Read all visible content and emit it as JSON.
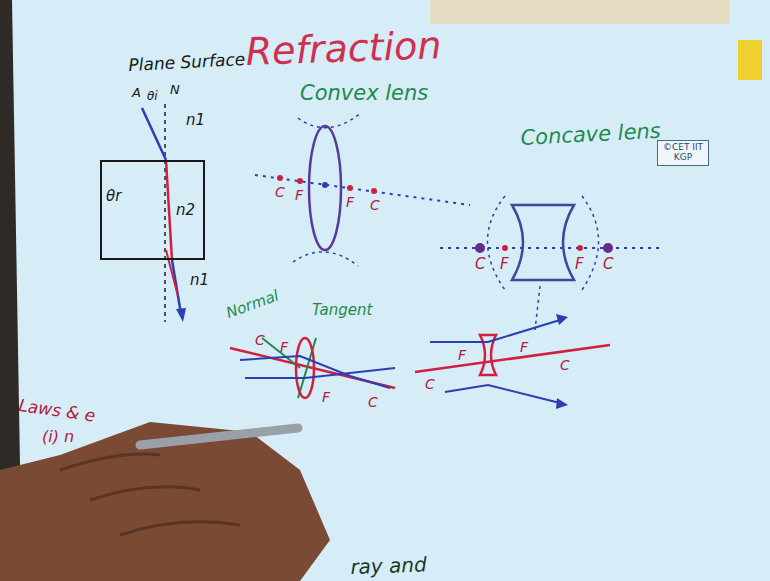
{
  "diagram": {
    "title": "Refraction",
    "nodes": [
      {
        "text": [
          "θr",
          "n2"
        ]
      },
      {
        "text": [
          "©CET IIT KGP"
        ]
      }
    ],
    "labels": [
      "Plane Surface",
      "Convex lens",
      "Concave lens",
      "A",
      "θi",
      "N",
      "n1",
      "n1",
      "C",
      "F",
      "F",
      "C",
      "C",
      "F",
      "F",
      "C",
      "Normal",
      "Tangent",
      "C",
      "F",
      "F",
      "C",
      "C",
      "F",
      "F",
      "C",
      "Laws & e",
      "(i) n",
      "ray and"
    ]
  }
}
